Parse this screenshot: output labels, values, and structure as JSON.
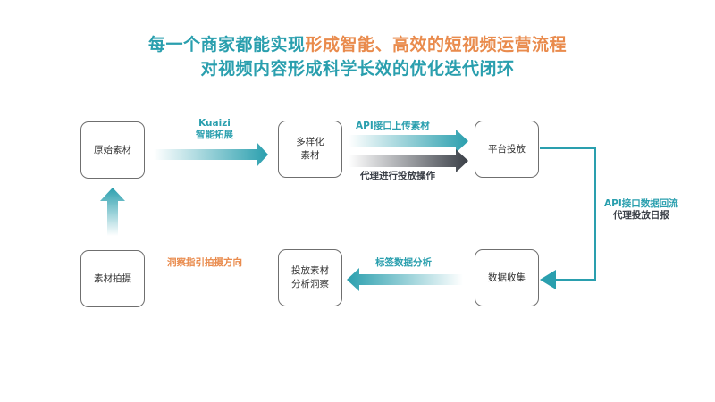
{
  "title": {
    "line1_a": "每一个商家都能实现",
    "line1_b": "形成智能、高效的短视频运营流程",
    "line2": "对视频内容形成科学长效的优化迭代闭环"
  },
  "nodes": {
    "raw_material": "原始素材",
    "diverse_1": "多样化",
    "diverse_2": "素材",
    "platform_delivery": "平台投放",
    "data_collection": "数据收集",
    "analysis_1": "投放素材",
    "analysis_2": "分析洞察",
    "shooting": "素材拍摄"
  },
  "edges": {
    "kuaizi_1": "Kuaizi",
    "kuaizi_2": "智能拓展",
    "api_upload": "API接口上传素材",
    "agent_delivery": "代理进行投放操作",
    "api_backflow": "API接口数据回流",
    "agent_report": "代理投放日报",
    "tag_analysis": "标签数据分析",
    "insight_direction": "洞察指引拍摄方向"
  },
  "colors": {
    "teal": "#2a9fae",
    "orange": "#e98b4d",
    "dark": "#3a3f47"
  }
}
